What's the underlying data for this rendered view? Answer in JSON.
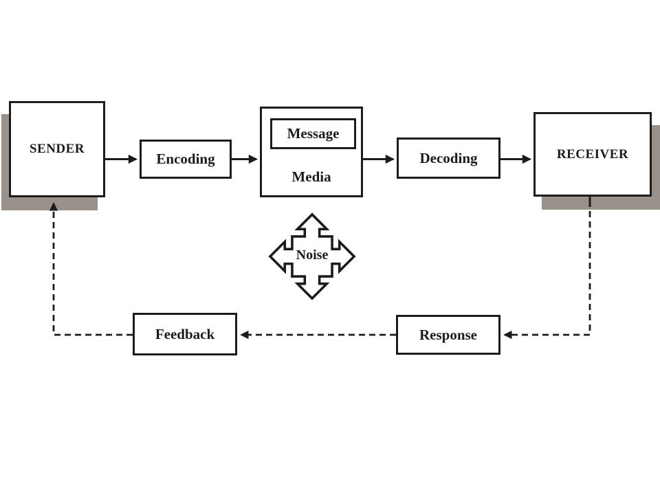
{
  "nodes": {
    "sender": {
      "label": "SENDER"
    },
    "encoding": {
      "label": "Encoding"
    },
    "message": {
      "label": "Message"
    },
    "media": {
      "label": "Media"
    },
    "decoding": {
      "label": "Decoding"
    },
    "receiver": {
      "label": "RECEIVER"
    },
    "noise": {
      "label": "Noise"
    },
    "feedback": {
      "label": "Feedback"
    },
    "response": {
      "label": "Response"
    }
  },
  "colors": {
    "line": "#1c1c1c",
    "shadow": "#99918a",
    "bg": "#ffffff",
    "fill": "#ffffff",
    "text": "#1b1b1b"
  }
}
